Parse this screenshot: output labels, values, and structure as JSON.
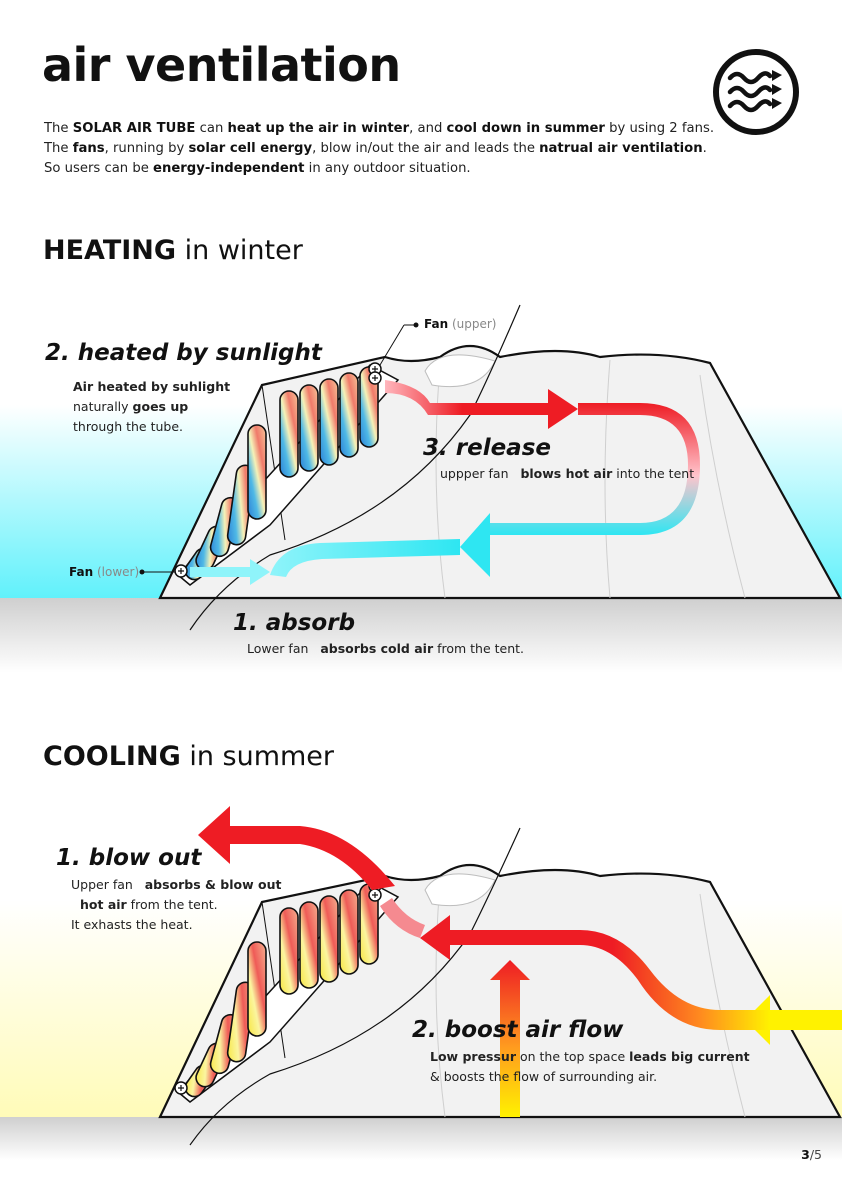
{
  "title": "air ventilation",
  "icon": "air-waves-icon",
  "intro": {
    "line1": [
      {
        "t": "The ",
        "b": false
      },
      {
        "t": "SOLAR AIR TUBE",
        "b": true
      },
      {
        "t": " can ",
        "b": false
      },
      {
        "t": "heat up the air in winter",
        "b": true
      },
      {
        "t": ", and ",
        "b": false
      },
      {
        "t": "cool down in summer",
        "b": true
      },
      {
        "t": " by using 2 fans.",
        "b": false
      }
    ],
    "line2": [
      {
        "t": "The ",
        "b": false
      },
      {
        "t": "fans",
        "b": true
      },
      {
        "t": ", running by ",
        "b": false
      },
      {
        "t": "solar cell energy",
        "b": true
      },
      {
        "t": ", blow in/out the air and leads the ",
        "b": false
      },
      {
        "t": "natrual air ventilation",
        "b": true
      },
      {
        "t": ".",
        "b": false
      }
    ],
    "line3": [
      {
        "t": "So users can be ",
        "b": false
      },
      {
        "t": "energy-independent",
        "b": true
      },
      {
        "t": " in any outdoor situation.",
        "b": false
      }
    ]
  },
  "heating": {
    "heading_strong": "HEATING",
    "heading_light": " in winter",
    "fan_upper_name": "Fan",
    "fan_upper_note": " (upper)",
    "fan_lower_name": "Fan",
    "fan_lower_note": " (lower)",
    "step2_title": "2. heated by sunlight",
    "step2_line1": "Air heated by suhlight",
    "step2_line2_a": "naturally ",
    "step2_line2_b": "goes up",
    "step2_line3": "through the tube.",
    "step3_title": "3. release",
    "step3_a": "uppper fan   ",
    "step3_b": "blows hot air",
    "step3_c": " into the tent",
    "step1_title": "1. absorb",
    "step1_a": "Lower fan   ",
    "step1_b": "absorbs cold air",
    "step1_c": " from the tent."
  },
  "cooling": {
    "heading_strong": "COOLING",
    "heading_light": " in summer",
    "step1_title": "1. blow out",
    "step1_line1_a": "Upper fan   ",
    "step1_line1_b": "absorbs & blow out",
    "step1_line2_a": "hot air",
    "step1_line2_b": " from the tent.",
    "step1_line3": "It exhasts the heat.",
    "step2_title": "2. boost air flow",
    "step2_line1_a": "Low pressur",
    "step2_line1_b": " on the top space ",
    "step2_line1_c": "leads big current",
    "step2_line2": "& boosts the flow of surrounding air."
  },
  "page": {
    "current": "3",
    "total": "/5"
  },
  "colors": {
    "hot": "#ee1c24",
    "cold": "#2ee6f2",
    "warm_yellow": "#fff200",
    "tent_fill": "#f2f2f2",
    "ground": "#d6d6d6"
  }
}
